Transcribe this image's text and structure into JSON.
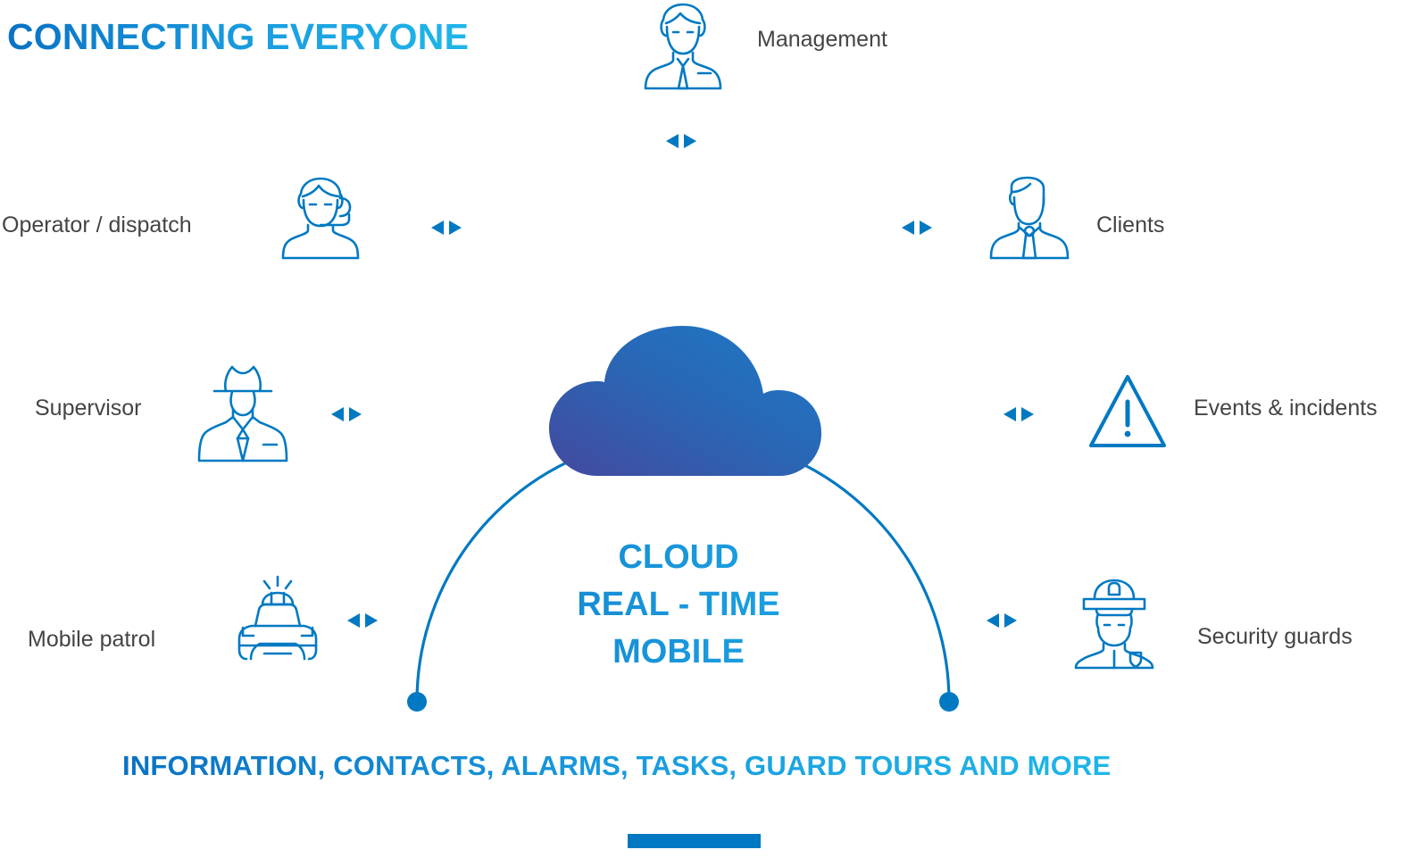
{
  "title": "CONNECTING EVERYONE",
  "footer": "INFORMATION, CONTACTS, ALARMS, TASKS, GUARD TOURS AND MORE",
  "center": {
    "line1": "CLOUD",
    "line2": "REAL - TIME",
    "line3": "MOBILE"
  },
  "colors": {
    "brand_blue": "#0079c2",
    "accent_cyan": "#1fb6e8",
    "label_gray": "#444444",
    "cloud_gradient_from": "#1b79c7",
    "cloud_gradient_to": "#44499f",
    "node_circle": "#ffffff",
    "background": "#ffffff"
  },
  "nodes": [
    {
      "id": "management",
      "label": "Management",
      "icon": "businessman-suit-icon",
      "connector": "bidirectional-arrow-icon",
      "position": "top"
    },
    {
      "id": "clients",
      "label": "Clients",
      "icon": "client-suit-tie-icon",
      "connector": "bidirectional-arrow-icon",
      "position": "upper-right"
    },
    {
      "id": "events-incidents",
      "label": "Events &  incidents",
      "icon": "warning-triangle-icon",
      "connector": "bidirectional-arrow-icon",
      "position": "right"
    },
    {
      "id": "security-guards",
      "label": "Security guards",
      "icon": "security-guard-cap-icon",
      "connector": "bidirectional-arrow-icon",
      "position": "lower-right"
    },
    {
      "id": "mobile-patrol",
      "label": "Mobile patrol",
      "icon": "patrol-car-icon",
      "connector": "bidirectional-arrow-icon",
      "position": "lower-left"
    },
    {
      "id": "supervisor",
      "label": "Supervisor",
      "icon": "supervisor-hat-icon",
      "connector": "bidirectional-arrow-icon",
      "position": "left"
    },
    {
      "id": "operator-dispatch",
      "label": "Operator /  dispatch",
      "icon": "operator-headset-icon",
      "connector": "bidirectional-arrow-icon",
      "position": "upper-left"
    }
  ],
  "center_icon": "cloud-icon",
  "ring": {
    "endpoint_dots": 2,
    "stroke_color": "#0079c2"
  }
}
